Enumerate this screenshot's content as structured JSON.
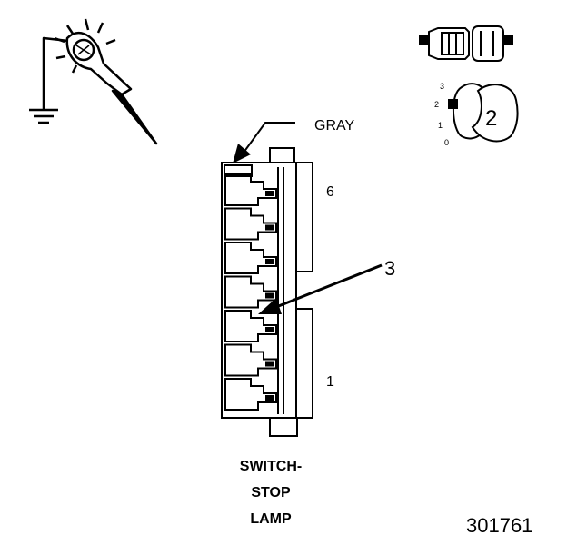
{
  "labels": {
    "wire_color": "GRAY",
    "pin_top": "6",
    "pin_bottom": "1",
    "callout": "3",
    "component_line1": "SWITCH-",
    "component_line2": "STOP",
    "component_line3": "LAMP",
    "figure_number": "301761"
  },
  "icons": {
    "probe": "test-probe-icon",
    "terminal": "terminal-icon",
    "key": "key-icon"
  },
  "key_icon": {
    "number": "2",
    "scale": [
      "3",
      "2",
      "1",
      "0"
    ]
  }
}
